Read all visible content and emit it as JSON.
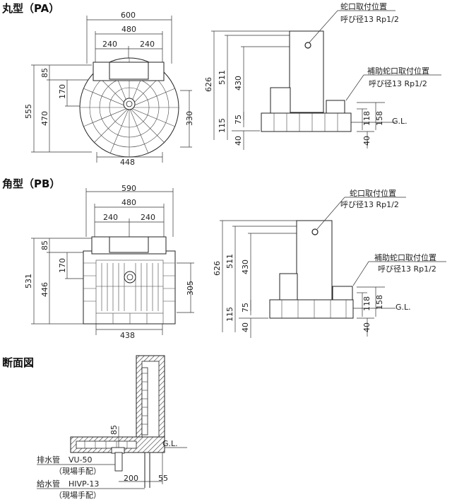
{
  "sections": {
    "pa_title": "丸型（PA）",
    "pb_title": "角型（PB）",
    "cross_title": "断面図"
  },
  "pa": {
    "plan": {
      "w600": "600",
      "w480": "480",
      "w240a": "240",
      "w240b": "240",
      "h555": "555",
      "h85": "85",
      "h470": "470",
      "h170": "170",
      "h330": "330",
      "w448": "448"
    },
    "elev": {
      "h626": "626",
      "h511": "511",
      "h430": "430",
      "h115": "115",
      "h75": "75",
      "h40a": "40",
      "h118": "118",
      "h158": "158",
      "h40b": "40",
      "gl": "G.L.",
      "faucet_label": "蛇口取付位置",
      "faucet_spec": "呼び径13 Rp1/2",
      "aux_label": "補助蛇口取付位置",
      "aux_spec": "呼び径13 Rp1/2"
    }
  },
  "pb": {
    "plan": {
      "w590": "590",
      "w480": "480",
      "w240a": "240",
      "w240b": "240",
      "h531": "531",
      "h85": "85",
      "h446": "446",
      "h170": "170",
      "h305": "305",
      "w438": "438"
    },
    "elev": {
      "h626": "626",
      "h511": "511",
      "h430": "430",
      "h115": "115",
      "h75": "75",
      "h40a": "40",
      "h118": "118",
      "h158": "158",
      "h40b": "40",
      "gl": "G.L.",
      "faucet_label": "蛇口取付位置",
      "faucet_spec": "呼び径13 Rp1/2",
      "aux_label": "補助蛇口取付位置",
      "aux_spec": "呼び径13 Rp1/2"
    }
  },
  "section": {
    "d85": "85",
    "gl": "G.L.",
    "drain_label": "排水管",
    "drain_spec": "VU-50",
    "site1": "（現場手配）",
    "supply_label": "給水管",
    "supply_spec": "HIVP-13",
    "site2": "（現場手配）",
    "d200": "200",
    "d55": "55"
  }
}
